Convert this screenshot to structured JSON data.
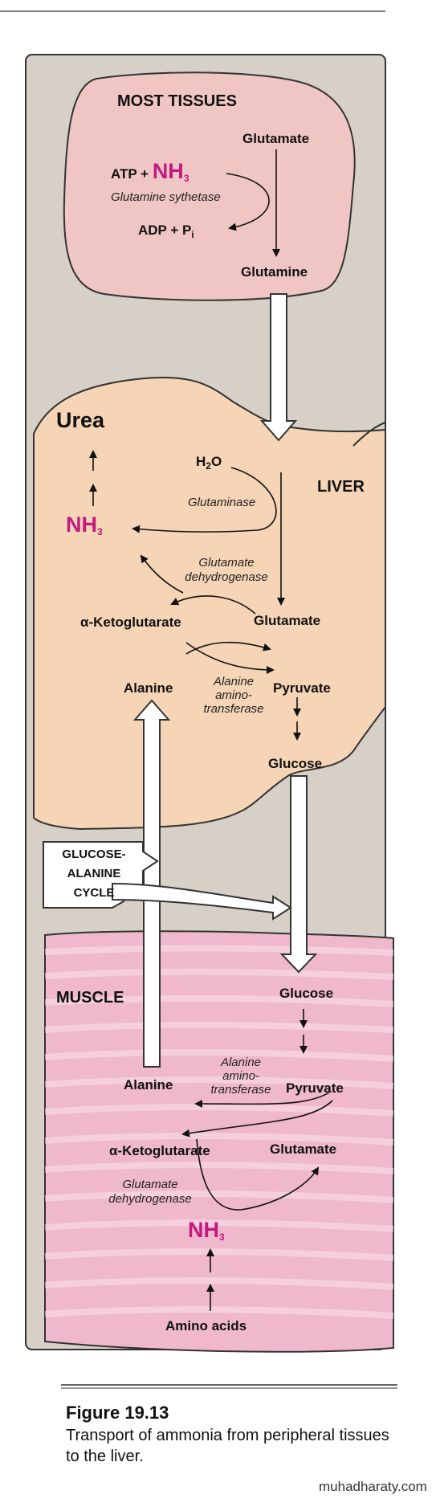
{
  "sections": {
    "most_tissues": "MOST TISSUES",
    "liver": "LIVER",
    "muscle": "MUSCLE",
    "cycle": [
      "GLUCOSE-",
      "ALANINE",
      "CYCLE"
    ]
  },
  "most_tissues": {
    "glutamate": "Glutamate",
    "atp": "ATP + ",
    "nh3": "NH",
    "nh3_sub": "3",
    "enzyme": "Glutamine sythetase",
    "adp": "ADP + P",
    "adp_sub": "i",
    "glutamine": "Glutamine"
  },
  "liver": {
    "urea": "Urea",
    "nh3": "NH",
    "nh3_sub": "3",
    "h2o": "H",
    "h2o_sub": "2",
    "h2o_o": "O",
    "glutaminase": "Glutaminase",
    "gdh": [
      "Glutamate",
      "dehydrogenase"
    ],
    "ketoglutarate": "α-Ketoglutarate",
    "glutamate": "Glutamate",
    "alanine": "Alanine",
    "alt": [
      "Alanine",
      "amino-",
      "transferase"
    ],
    "pyruvate": "Pyruvate",
    "glucose": "Glucose"
  },
  "muscle": {
    "glucose": "Glucose",
    "alt": [
      "Alanine",
      "amino-",
      "transferase"
    ],
    "alanine": "Alanine",
    "pyruvate": "Pyruvate",
    "ketoglutarate": "α-Ketoglutarate",
    "glutamate": "Glutamate",
    "gdh": [
      "Glutamate",
      "dehydrogenase"
    ],
    "nh3": "NH",
    "nh3_sub": "3",
    "amino_acids": "Amino acids"
  },
  "caption": {
    "title": "Figure 19.13",
    "text": "Transport of ammonia from peripheral tissues to the liver."
  },
  "watermark": "muhadharaty.com",
  "colors": {
    "panel": "#d6d0c6",
    "tissue": "#f0c6c4",
    "liver": "#f6d4b6",
    "muscle": "#efb8cc",
    "nh3": "#c21a7e"
  }
}
